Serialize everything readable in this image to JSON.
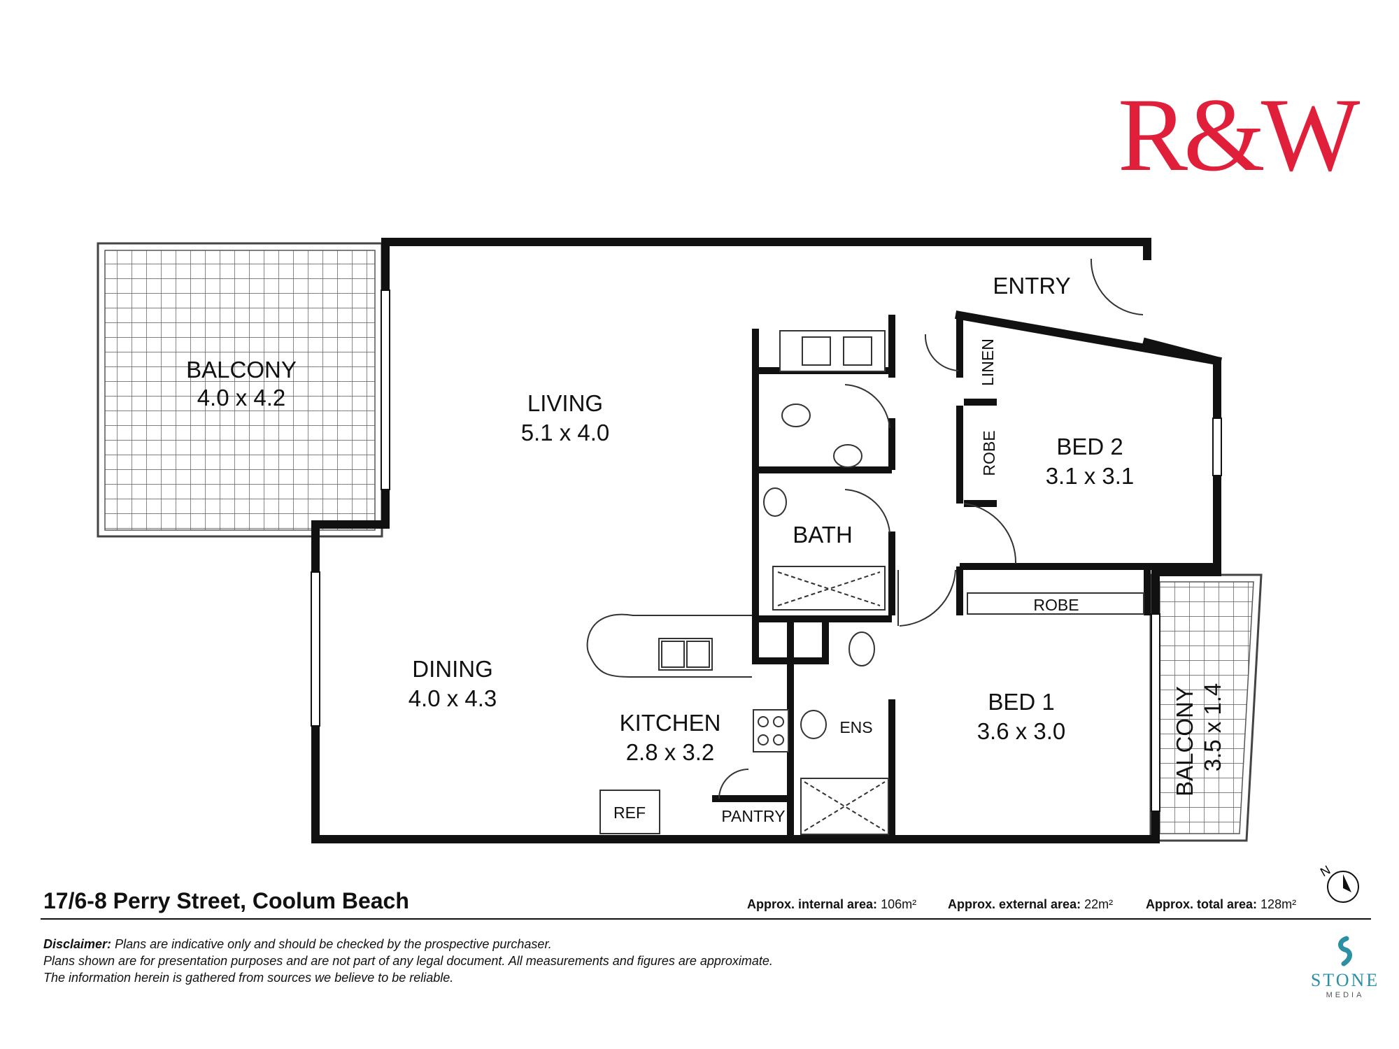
{
  "brand": {
    "logo_text": "R&W",
    "logo_color": "#e0203a"
  },
  "rooms": {
    "balcony_1": {
      "name": "BALCONY",
      "size": "4.0 x 4.2"
    },
    "living": {
      "name": "LIVING",
      "size": "5.1 x 4.0"
    },
    "entry": {
      "name": "ENTRY"
    },
    "linen": {
      "name": "LINEN"
    },
    "robe_bed2": {
      "name": "ROBE"
    },
    "bed_2": {
      "name": "BED 2",
      "size": "3.1 x 3.1"
    },
    "bath": {
      "name": "BATH"
    },
    "robe_bed1": {
      "name": "ROBE"
    },
    "dining": {
      "name": "DINING",
      "size": "4.0 x 4.3"
    },
    "kitchen": {
      "name": "KITCHEN",
      "size": "2.8 x 3.2"
    },
    "ens": {
      "name": "ENS"
    },
    "bed_1": {
      "name": "BED 1",
      "size": "3.6 x 3.0"
    },
    "balcony_2": {
      "name": "BALCONY",
      "size": "3.5 x 1.4"
    },
    "ref": {
      "name": "REF"
    },
    "pantry": {
      "name": "PANTRY"
    }
  },
  "footer": {
    "address": "17/6-8 Perry Street, Coolum Beach",
    "internal_label": "Approx. internal area:",
    "internal_value": "106m²",
    "external_label": "Approx.  external area:",
    "external_value": "22m²",
    "total_label": "Approx. total area:",
    "total_value": "128m²",
    "disclaimer_label": "Disclaimer:",
    "disclaimer_line1": " Plans are indicative only and should be checked by the prospective purchaser.",
    "disclaimer_line2": "Plans shown are for presentation purposes and are not part of any legal document. All measurements and figures are approximate.",
    "disclaimer_line3": "The information herein is gathered from sources we believe to be reliable."
  },
  "compass": {
    "label": "N"
  },
  "credit": {
    "name": "STONE",
    "sub": "MEDIA",
    "color": "#2c8fa4"
  }
}
